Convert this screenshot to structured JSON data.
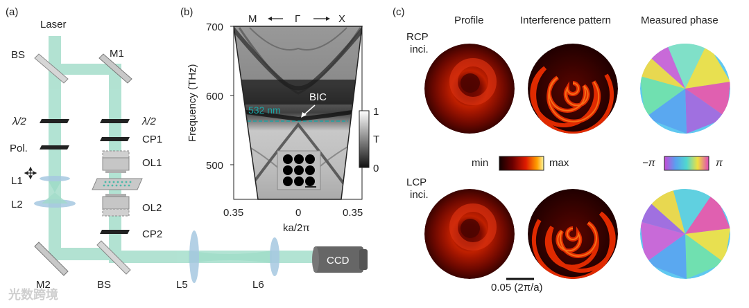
{
  "panel_a": {
    "tag": "(a)",
    "laser": "Laser",
    "bs_top": "BS",
    "m1": "M1",
    "half_wave_left": "λ/2",
    "half_wave_right": "λ/2",
    "cp1": "CP1",
    "pol": "Pol.",
    "ol1": "OL1",
    "l1": "L1",
    "l2": "L2",
    "ol2": "OL2",
    "cp2": "CP2",
    "m2": "M2",
    "bs_bottom": "BS",
    "l5": "L5",
    "l6": "L6",
    "ccd": "CCD",
    "watermark": "光数跨境"
  },
  "panel_b": {
    "tag": "(b)",
    "dir_m": "M",
    "dir_gamma": "Γ",
    "dir_x": "X",
    "ylabel": "Frequency (THz)",
    "xlabel": "ka/2π",
    "yticks": [
      "700",
      "600",
      "500"
    ],
    "xticks": [
      "0.35",
      "0",
      "0.35"
    ],
    "bic_label": "BIC",
    "line_label": "532 nm",
    "cbar_top": "1",
    "cbar_mid": "T",
    "cbar_bottom": "0"
  },
  "panel_c": {
    "tag": "(c)",
    "col_profile": "Profile",
    "col_interference": "Interference pattern",
    "col_phase": "Measured phase",
    "rcp_line1": "RCP",
    "rcp_line2": "inci.",
    "lcp_line1": "LCP",
    "lcp_line2": "inci.",
    "intensity_min": "min",
    "intensity_max": "max",
    "phase_min": "−π",
    "phase_max": "π",
    "scalebar": "0.05 (2π/a)"
  },
  "colors": {
    "beam": "#9fdcc8",
    "cyan_line": "#1aa6a6",
    "heat_dark": "#3a0000",
    "heat_bright": "#ffb000"
  }
}
